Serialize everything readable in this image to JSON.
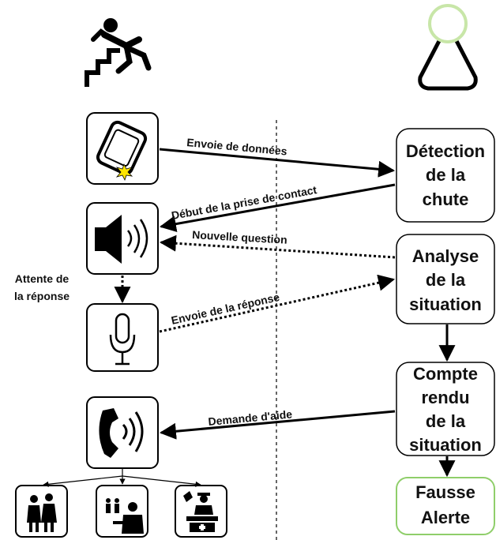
{
  "diagram": {
    "nodes": {
      "detection": {
        "lines": [
          "Détection",
          "de la",
          "chute"
        ]
      },
      "analyse": {
        "lines": [
          "Analyse",
          "de la",
          "situation"
        ]
      },
      "compte_rendu": {
        "lines": [
          "Compte",
          "rendu",
          "de la",
          "situation"
        ]
      },
      "fausse_alerte": {
        "lines": [
          "Fausse",
          "Alerte"
        ]
      }
    },
    "edges": {
      "envoie_donnees": "Envoie de données",
      "debut_contact": "Début de la prise de contact",
      "nouvelle_question": "Nouvelle question",
      "envoie_reponse": "Envoie de la réponse",
      "demande_aide": "Demande d'aide"
    },
    "side_label": [
      "Attente de",
      "la réponse"
    ]
  },
  "colors": {
    "box_border": "#000000",
    "fausse_alerte_border": "#8fce6a",
    "assistant_head": "#c8e6a8",
    "star": "#ffe600"
  },
  "icons": {
    "fall": "person-falling-stairs-icon",
    "assistant": "assistant-robot-icon",
    "phone": "smartphone-icon",
    "speaker": "speaker-icon",
    "microphone": "microphone-icon",
    "call": "phone-call-icon",
    "family": "family-icon",
    "caregiver": "caregiver-icon",
    "emergency": "emergency-icon"
  }
}
